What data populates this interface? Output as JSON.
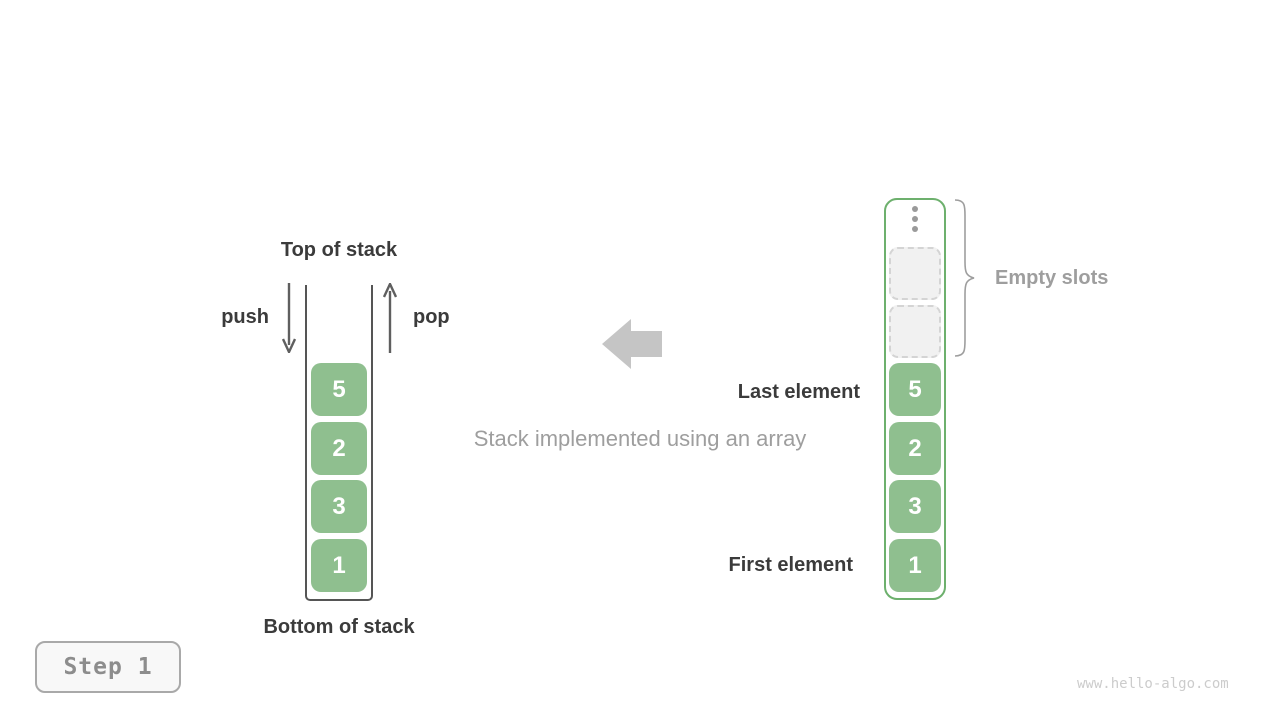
{
  "left_stack": {
    "title": "Top of stack",
    "bottom_label": "Bottom of stack",
    "push_label": "push",
    "pop_label": "pop",
    "items": [
      "5",
      "2",
      "3",
      "1"
    ]
  },
  "center": {
    "caption": "Stack implemented using an array"
  },
  "right_array": {
    "items": [
      "5",
      "2",
      "3",
      "1"
    ],
    "empty_slots_label": "Empty slots",
    "empty_slot_count": 2,
    "last_element_label": "Last element",
    "first_element_label": "First element"
  },
  "step_badge": {
    "label": "Step 1"
  },
  "watermark": "www.hello-algo.com",
  "colors": {
    "element_green": "#8fbf8f",
    "array_border_green": "#6db06d",
    "dark_label": "#3b3b3b",
    "muted_gray": "#9e9e9e",
    "big_arrow_gray": "#c5c5c5",
    "small_arrow_gray": "#5f5f5f"
  }
}
